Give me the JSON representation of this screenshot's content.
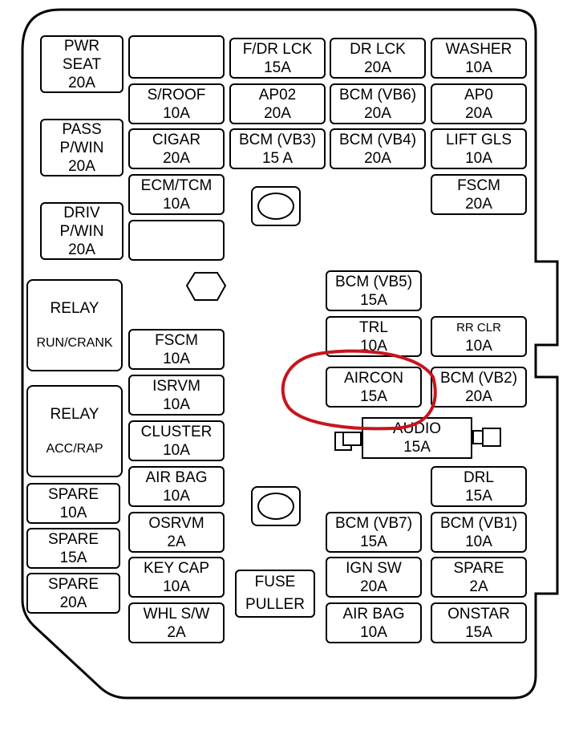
{
  "fuses": {
    "pwr_seat": {
      "name": "PWR SEAT",
      "l1": "PWR",
      "l2": "SEAT",
      "amp": "20A"
    },
    "blank_top": {
      "name": "",
      "amp": ""
    },
    "f_dr_lck": {
      "name": "F/DR LCK",
      "amp": "15A"
    },
    "dr_lck": {
      "name": "DR LCK",
      "amp": "20A"
    },
    "washer": {
      "name": "WASHER",
      "amp": "10A"
    },
    "s_roof": {
      "name": "S/ROOF",
      "amp": "10A"
    },
    "ap02": {
      "name": "AP02",
      "amp": "20A"
    },
    "bcm_vb6": {
      "name": "BCM (VB6)",
      "amp": "20A"
    },
    "ap0": {
      "name": "AP0",
      "amp": "20A"
    },
    "pass_pwin": {
      "l1": "PASS",
      "l2": "P/WIN",
      "amp": "20A"
    },
    "cigar": {
      "name": "CIGAR",
      "amp": "20A"
    },
    "bcm_vb3": {
      "name": "BCM (VB3)",
      "amp": "15 A"
    },
    "bcm_vb4": {
      "name": "BCM (VB4)",
      "amp": "20A"
    },
    "lift_gls": {
      "name": "LIFT GLS",
      "amp": "10A"
    },
    "ecm_tcm": {
      "name": "ECM/TCM",
      "amp": "10A"
    },
    "fscm_top": {
      "name": "FSCM",
      "amp": "20A"
    },
    "driv_pwin": {
      "l1": "DRIV",
      "l2": "P/WIN",
      "amp": "20A"
    },
    "blank_mid": {
      "name": "",
      "amp": ""
    },
    "bcm_vb5": {
      "name": "BCM (VB5)",
      "amp": "15A"
    },
    "fscm_mid": {
      "name": "FSCM",
      "amp": "10A"
    },
    "trl": {
      "name": "TRL",
      "amp": "10A"
    },
    "rr_clr": {
      "name": "RR CLR",
      "amp": "10A"
    },
    "isrvm": {
      "name": "ISRVM",
      "amp": "10A"
    },
    "aircon": {
      "name": "AIRCON",
      "amp": "15A"
    },
    "bcm_vb2": {
      "name": "BCM (VB2)",
      "amp": "20A"
    },
    "cluster": {
      "name": "CLUSTER",
      "amp": "10A"
    },
    "audio": {
      "name": "AUDIO",
      "amp": "15A"
    },
    "air_bag_left": {
      "name": "AIR BAG",
      "amp": "10A"
    },
    "drl": {
      "name": "DRL",
      "amp": "15A"
    },
    "spare_10": {
      "name": "SPARE",
      "amp": "10A"
    },
    "osrvm": {
      "name": "OSRVM",
      "amp": "2A"
    },
    "bcm_vb7": {
      "name": "BCM (VB7)",
      "amp": "15A"
    },
    "bcm_vb1": {
      "name": "BCM (VB1)",
      "amp": "10A"
    },
    "spare_15": {
      "name": "SPARE",
      "amp": "15A"
    },
    "key_cap": {
      "name": "KEY CAP",
      "amp": "10A"
    },
    "ign_sw": {
      "name": "IGN SW",
      "amp": "20A"
    },
    "spare_2": {
      "name": "SPARE",
      "amp": "2A"
    },
    "spare_20": {
      "name": "SPARE",
      "amp": "20A"
    },
    "whl_sw": {
      "name": "WHL S/W",
      "amp": "2A"
    },
    "air_bag_right": {
      "name": "AIR BAG",
      "amp": "10A"
    },
    "onstar": {
      "name": "ONSTAR",
      "amp": "15A"
    }
  },
  "relays": {
    "run_crank": {
      "title": "RELAY",
      "sub": "RUN/CRANK"
    },
    "acc_rap": {
      "title": "RELAY",
      "sub": "ACC/RAP"
    }
  },
  "fuse_puller": {
    "l1": "FUSE",
    "l2": "PULLER"
  },
  "colors": {
    "outline": "#000000",
    "highlight": "#c8141e",
    "background": "#ffffff"
  }
}
